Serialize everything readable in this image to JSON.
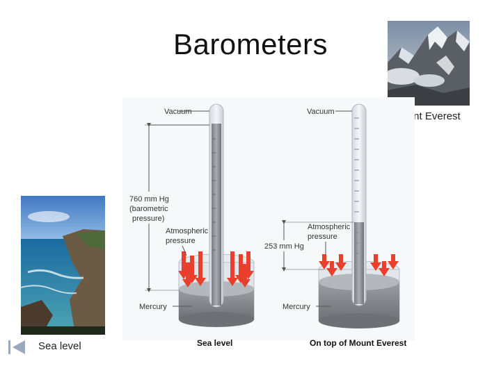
{
  "slide": {
    "title": "Barometers"
  },
  "photos": {
    "everest_caption": "Mount Everest",
    "sea_caption": "Sea level"
  },
  "diagram": {
    "left_label": "Sea level",
    "right_label": "On top of Mount Everest",
    "left": {
      "vacuum": "Vacuum",
      "height_line1": "760 mm Hg",
      "height_line2": "(barometric",
      "height_line3": "pressure)",
      "atm_line1": "Atmospheric",
      "atm_line2": "pressure",
      "mercury": "Mercury"
    },
    "right": {
      "vacuum": "Vacuum",
      "height": "253 mm Hg",
      "atm_line1": "Atmospheric",
      "atm_line2": "pressure",
      "mercury": "Mercury"
    }
  },
  "colors": {
    "arrow": "#e8402c",
    "mercury": "#8f9296",
    "glass": "#e6eaee",
    "label_line": "#555555"
  }
}
